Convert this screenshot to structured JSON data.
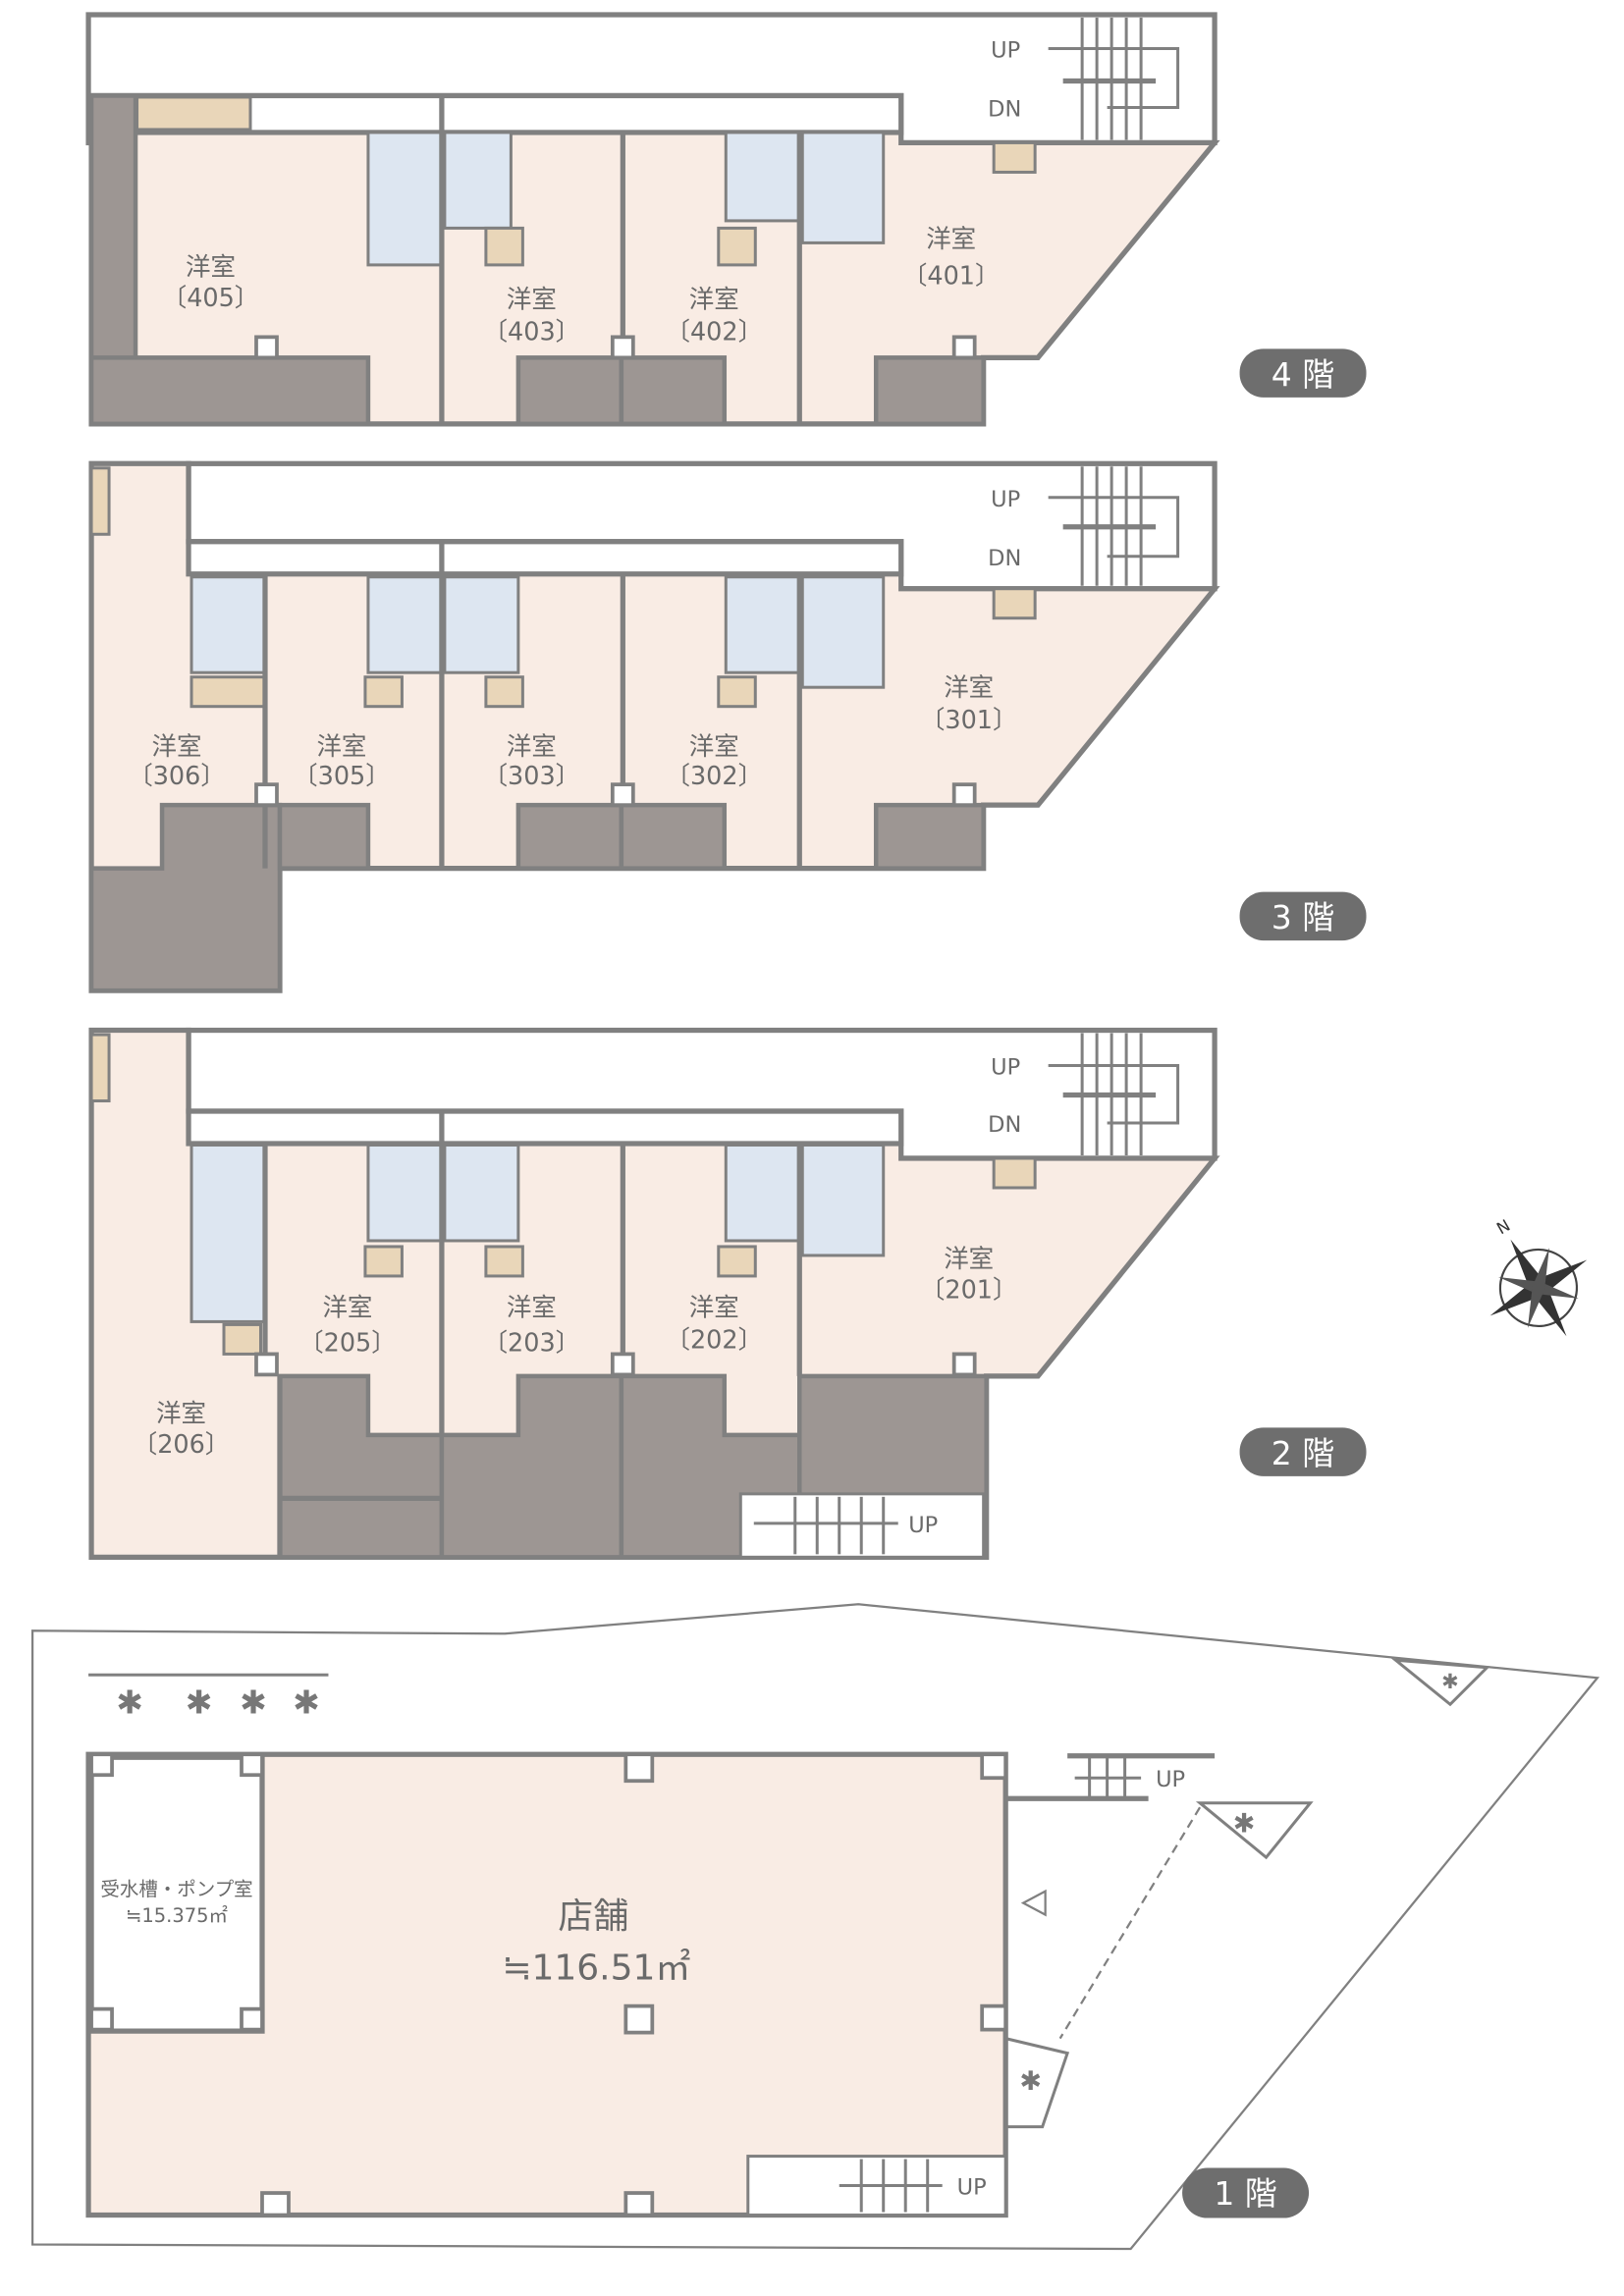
{
  "colors": {
    "wall": "#808080",
    "room": "#f9ece4",
    "balcony": "#9d9693",
    "storage": "#e9d6b9",
    "wet_area": "#dde6f1",
    "badge": "#6e6e6e"
  },
  "stairs": {
    "up": "UP",
    "down": "DN"
  },
  "floors": {
    "f4": {
      "badge": "4 階",
      "rooms": [
        {
          "type": "洋室",
          "number": "〔405〕"
        },
        {
          "type": "洋室",
          "number": "〔403〕"
        },
        {
          "type": "洋室",
          "number": "〔402〕"
        },
        {
          "type": "洋室",
          "number": "〔401〕"
        }
      ]
    },
    "f3": {
      "badge": "3 階",
      "rooms": [
        {
          "type": "洋室",
          "number": "〔306〕"
        },
        {
          "type": "洋室",
          "number": "〔305〕"
        },
        {
          "type": "洋室",
          "number": "〔303〕"
        },
        {
          "type": "洋室",
          "number": "〔302〕"
        },
        {
          "type": "洋室",
          "number": "〔301〕"
        }
      ]
    },
    "f2": {
      "badge": "2 階",
      "rooms": [
        {
          "type": "洋室",
          "number": "〔206〕"
        },
        {
          "type": "洋室",
          "number": "〔205〕"
        },
        {
          "type": "洋室",
          "number": "〔203〕"
        },
        {
          "type": "洋室",
          "number": "〔202〕"
        },
        {
          "type": "洋室",
          "number": "〔201〕"
        }
      ]
    },
    "f1": {
      "badge": "1 階",
      "pump_room": {
        "name": "受水槽・ポンプ室",
        "area": "≒15.375㎡"
      },
      "shop": {
        "name": "店舗",
        "area": "≒116.51㎡"
      }
    }
  },
  "compass": {
    "north": "N"
  }
}
